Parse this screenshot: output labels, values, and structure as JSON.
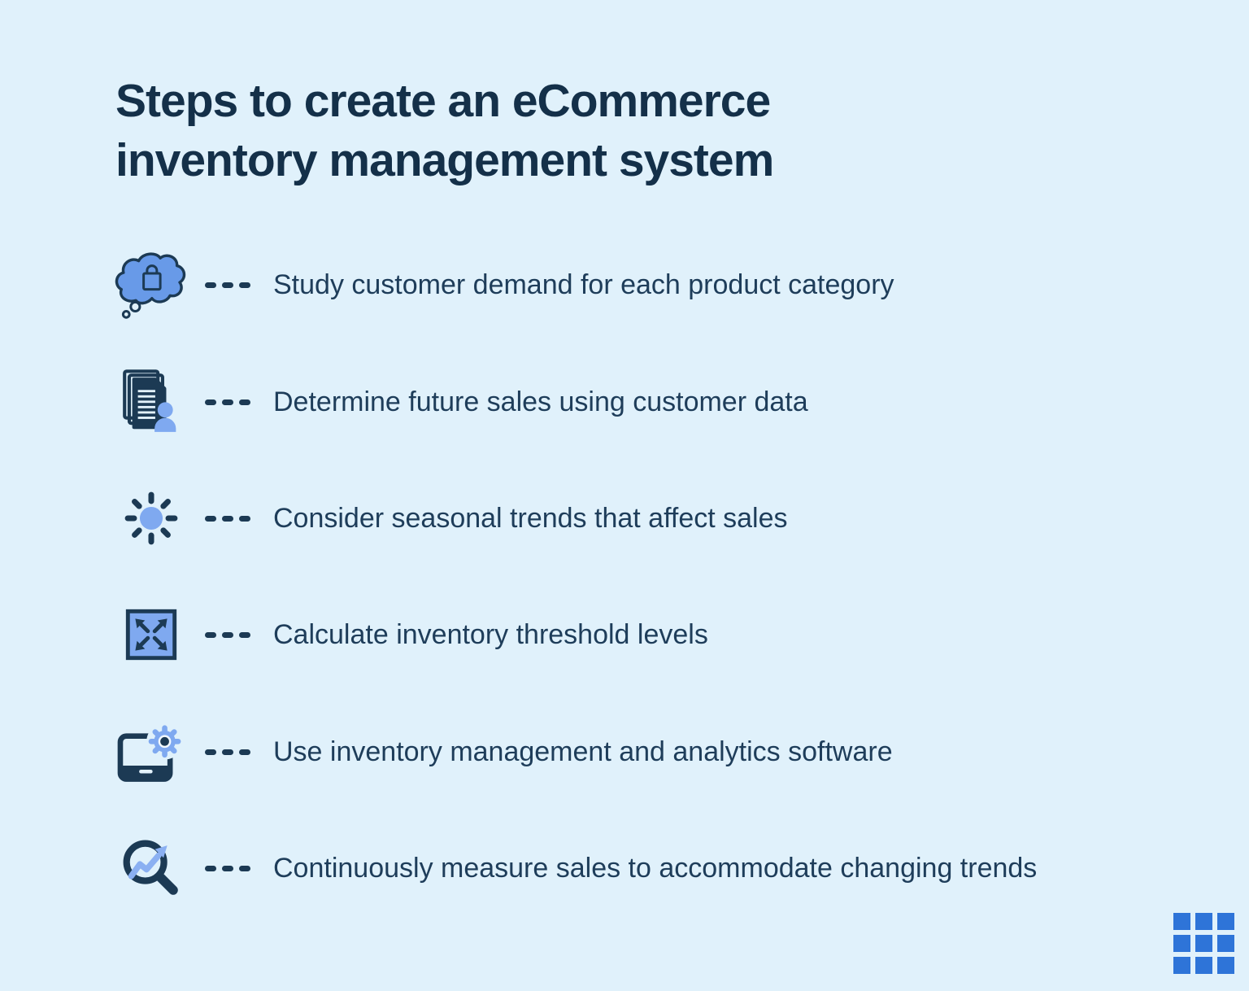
{
  "title": "Steps to create an eCommerce\ninventory management system",
  "steps": [
    {
      "icon": "thought-cloud-shopping-bag-icon",
      "label": "Study customer demand for each product category"
    },
    {
      "icon": "documents-person-icon",
      "label": "Determine future sales using customer data"
    },
    {
      "icon": "sun-icon",
      "label": "Consider seasonal trends that affect sales"
    },
    {
      "icon": "expand-arrows-icon",
      "label": "Calculate inventory threshold levels"
    },
    {
      "icon": "device-gear-icon",
      "label": "Use inventory management and analytics software"
    },
    {
      "icon": "magnifier-trend-icon",
      "label": "Continuously measure sales to accommodate changing trends"
    }
  ],
  "logo": {
    "name": "grid-logo",
    "rows": 3,
    "cols": 3
  },
  "colors": {
    "background": "#e0f1fb",
    "title": "#143049",
    "text": "#1e3d5a",
    "icon_dark": "#1c3a54",
    "icon_cloud_blue": "#689ae8",
    "icon_light_blue": "#7fa9f0",
    "trend_arrow_blue": "#8bb0f2",
    "logo_blue": "#2e74d8"
  }
}
